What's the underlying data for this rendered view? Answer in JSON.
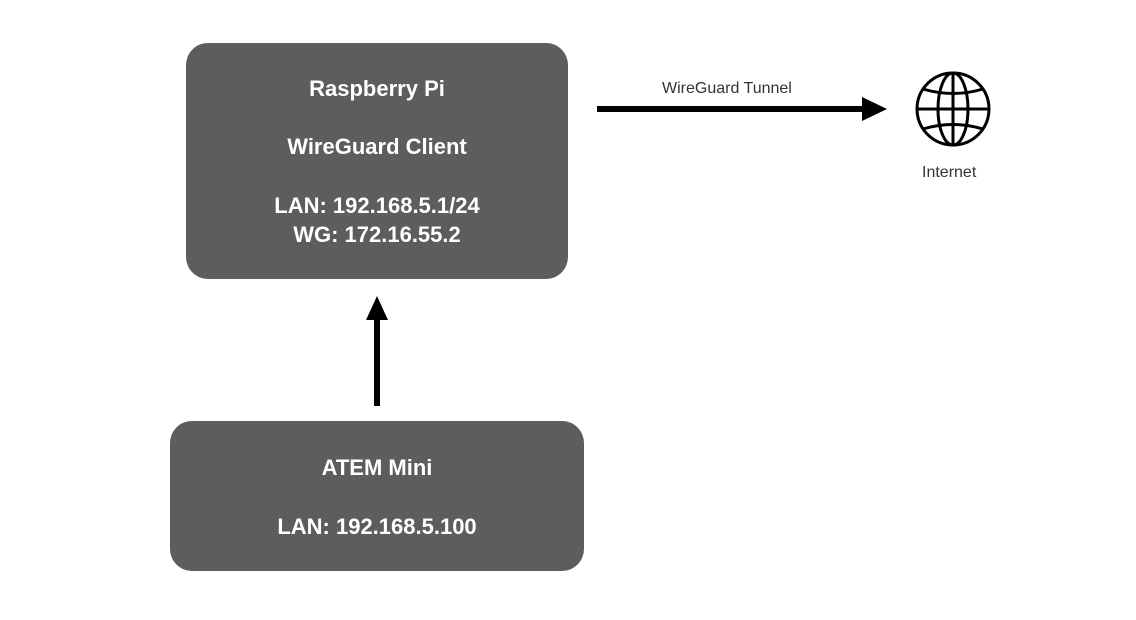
{
  "nodes": {
    "raspberry_pi": {
      "name": "Raspberry Pi",
      "role": "WireGuard Client",
      "lan": "LAN: 192.168.5.1/24",
      "wg": "WG: 172.16.55.2"
    },
    "atem_mini": {
      "name": "ATEM Mini",
      "lan": "LAN: 192.168.5.100"
    },
    "internet": {
      "label": "Internet",
      "icon": "globe-icon"
    }
  },
  "edges": {
    "tunnel": {
      "label": "WireGuard Tunnel"
    }
  },
  "colors": {
    "node_fill": "#5d5d5d",
    "node_text": "#ffffff",
    "arrow": "#000000",
    "label_text": "#333333"
  }
}
